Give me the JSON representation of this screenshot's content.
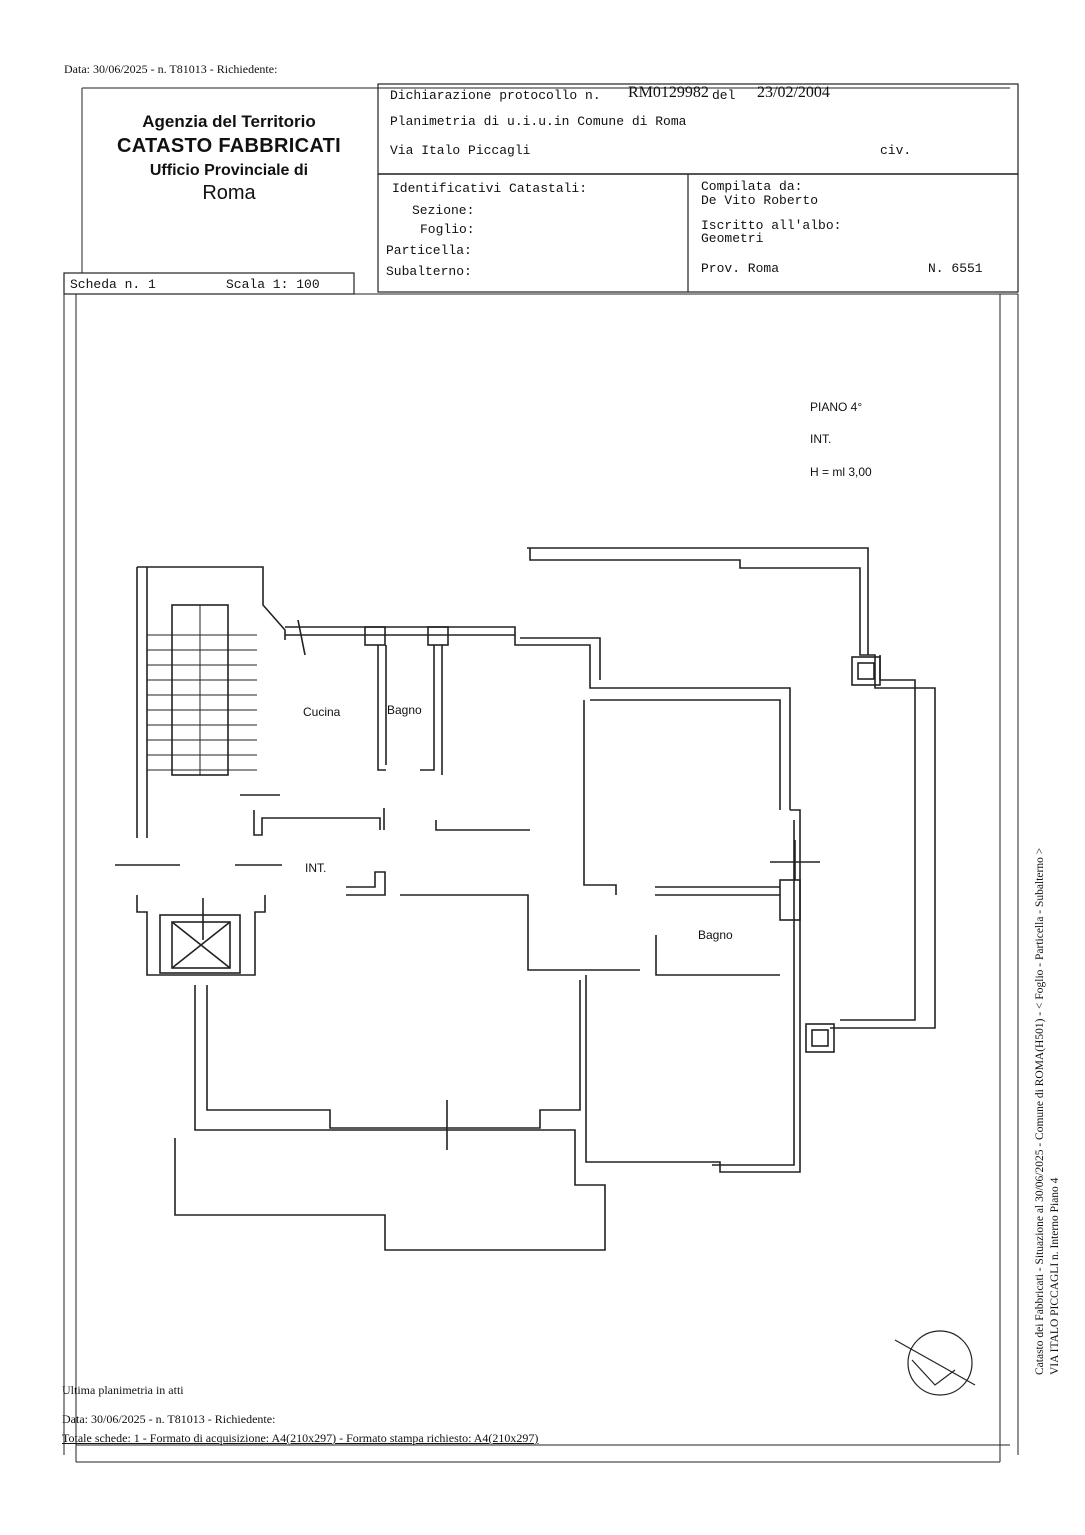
{
  "header": {
    "top_line": "Data: 30/06/2025 - n. T81013 - Richiedente:"
  },
  "agency": {
    "name": "Agenzia del Territorio",
    "office": "CATASTO FABBRICATI",
    "sub": "Ufficio Provinciale di",
    "city": "Roma"
  },
  "declaration": {
    "label": "Dichiarazione protocollo n.",
    "protocol_number": "RM0129982",
    "del_label": "del",
    "date": "23/02/2004",
    "plan_line": "Planimetria di u.i.u.in Comune di Roma",
    "street": "Via Italo Piccagli",
    "civ_label": "civ."
  },
  "identifiers": {
    "title": "Identificativi Catastali:",
    "sezione_label": "Sezione:",
    "foglio_label": "Foglio:",
    "particella_label": "Particella:",
    "subalterno_label": "Subalterno:"
  },
  "compiler": {
    "title": "Compilata da:",
    "name": "De Vito Roberto",
    "albo_title": "Iscritto all'albo:",
    "albo_name": "Geometri",
    "prov_label": "Prov. Roma",
    "number_label": "N.  6551"
  },
  "sheet": {
    "scheda_label": "Scheda n. 1",
    "scala_label": "Scala 1: 100"
  },
  "plan": {
    "piano": "PIANO 4°",
    "int_label": "INT.",
    "height": "H = ml 3,00",
    "rooms": {
      "cucina": "Cucina",
      "bagno_1": "Bagno",
      "int": "INT.",
      "bagno_2": "Bagno"
    }
  },
  "footer": {
    "last_plan": "Ultima planimetria in atti",
    "data_line": "Data: 30/06/2025 - n. T81013 - Richiedente:",
    "totale_line": "Totale schede: 1 - Formato di acquisizione: A4(210x297)  - Formato stampa richiesto: A4(210x297)"
  },
  "side": {
    "line1": "Catasto dei Fabbricati - Situazione al 30/06/2025 - Comune di ROMA(H501) - < Foglio     - Particella      - Subalterno     >",
    "line2": "VIA ITALO PICCAGLI n.   Interno    Piano 4"
  }
}
